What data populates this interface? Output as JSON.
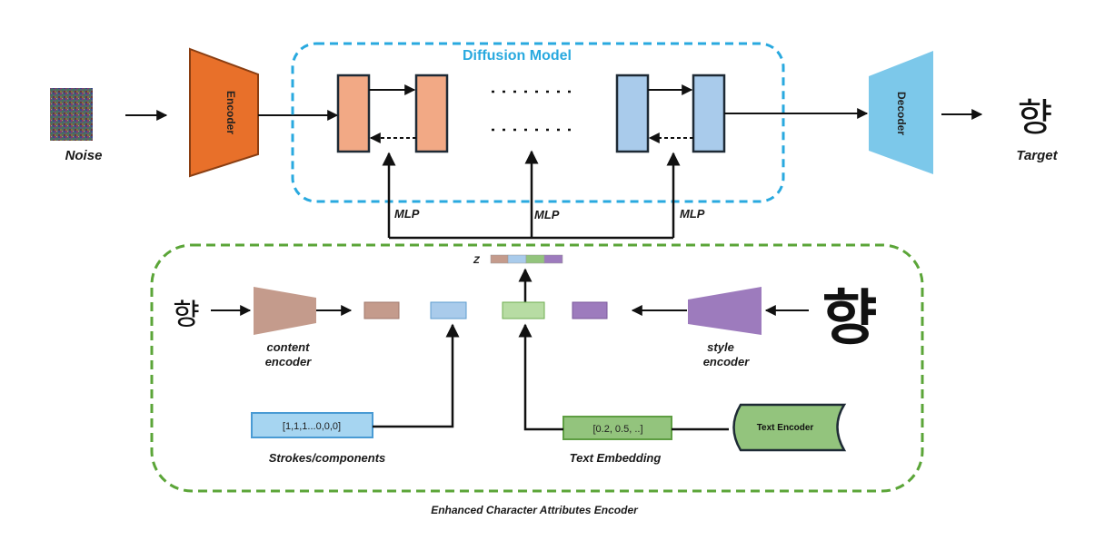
{
  "diagram": {
    "noise_label": "Noise",
    "encoder_label": "Encoder",
    "diffusion_title": "Diffusion Model",
    "decoder_label": "Decoder",
    "target_char": "향",
    "target_label": "Target",
    "mlp_left": "MLP",
    "mlp_center": "MLP",
    "mlp_right": "MLP",
    "z_label": "Z",
    "content_char": "향",
    "content_encoder_line1": "content",
    "content_encoder_line2": "encoder",
    "style_char": "향",
    "style_encoder_line1": "style",
    "style_encoder_line2": "encoder",
    "strokes_vector": "[1,1,1...0,0,0]",
    "strokes_label": "Strokes/components",
    "text_vector": "[0.2, 0.5, ..]",
    "text_embedding_label": "Text Embedding",
    "text_encoder_label": "Text Encoder",
    "attributes_encoder_title": "Enhanced Character Attributes Encoder"
  },
  "colors": {
    "diffusion_border": "#29a9df",
    "attributes_border": "#5ba538",
    "encoder_fill": "#e8702a",
    "decoder_fill": "#7cc8ea",
    "unet_orange": "#f2a985",
    "unet_blue": "#a9cbeb",
    "content_encoder": "#c49b8c",
    "style_encoder": "#9d7bbd",
    "text_encoder": "#93c47d",
    "strokes_box": "#a6d5f1"
  }
}
